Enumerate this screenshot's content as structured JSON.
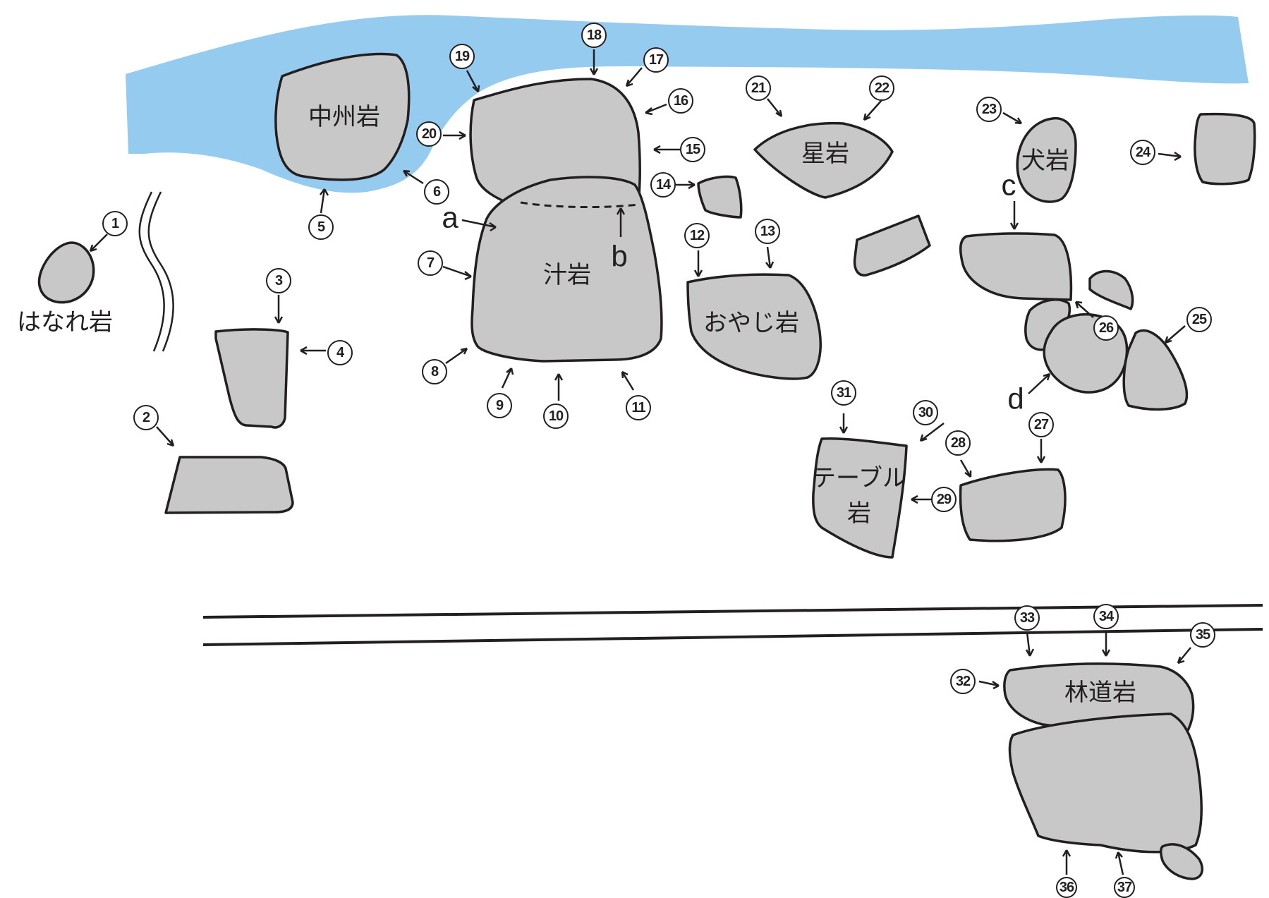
{
  "colors": {
    "river": "#96cbf0",
    "rock": "#c8c8c8",
    "outline": "#231f20"
  },
  "labels": {
    "hanare": "はなれ岩",
    "nakasu": "中州岩",
    "shiru": "汁岩",
    "oyaji": "おやじ岩",
    "hoshi": "星岩",
    "inu": "犬岩",
    "table_1": "テーブル",
    "table_2": "岩",
    "rindo": "林道岩"
  },
  "letters": {
    "a": "a",
    "b": "b",
    "c": "c",
    "d": "d"
  },
  "markers": {
    "m1": "1",
    "m2": "2",
    "m3": "3",
    "m4": "4",
    "m5": "5",
    "m6": "6",
    "m7": "7",
    "m8": "8",
    "m9": "9",
    "m10": "10",
    "m11": "11",
    "m12": "12",
    "m13": "13",
    "m14": "14",
    "m15": "15",
    "m16": "16",
    "m17": "17",
    "m18": "18",
    "m19": "19",
    "m20": "20",
    "m21": "21",
    "m22": "22",
    "m23": "23",
    "m24": "24",
    "m25": "25",
    "m26": "26",
    "m27": "27",
    "m28": "28",
    "m29": "29",
    "m30": "30",
    "m31": "31",
    "m32": "32",
    "m33": "33",
    "m34": "34",
    "m35": "35",
    "m36": "36",
    "m37": "37"
  }
}
